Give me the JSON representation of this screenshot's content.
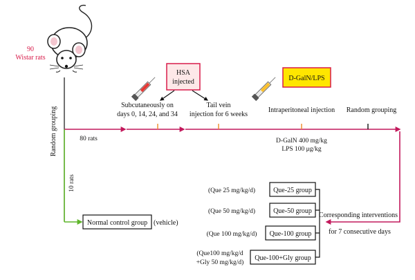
{
  "subjects": {
    "count": "90",
    "label": "Wistar rats"
  },
  "grouping": {
    "vertical_label": "Random grouping",
    "main_branch": "80 rats",
    "control_branch": "10 rats"
  },
  "steps": {
    "hsa_box": [
      "HSA",
      "injected"
    ],
    "subcutaneous": [
      "Subcutaneously on",
      "days 0, 14, 24, and 34"
    ],
    "tail_vein": [
      "Tail vein",
      "injection for 6 weeks"
    ],
    "dgaln_box": "D-GalN/LPS",
    "intraperitoneal": "Intraperitoneal injection",
    "random_grouping": "Random grouping",
    "doses": [
      "D-GalN 400 mg/kg",
      "LPS 100 μg/kg"
    ]
  },
  "control": {
    "group": "Normal control group",
    "note": "(vehicle)"
  },
  "treatment_groups": [
    {
      "dose": [
        "(Que 25 mg/kg/d)"
      ],
      "name": "Que-25 group"
    },
    {
      "dose": [
        "(Que 50 mg/kg/d)"
      ],
      "name": "Que-50 group"
    },
    {
      "dose": [
        "(Que 100 mg/kg/d)"
      ],
      "name": "Que-100 group"
    },
    {
      "dose": [
        "(Que100 mg/kg/d",
        "+Gly 50 mg/kg/d)"
      ],
      "name": "Que-100+Gly group"
    }
  ],
  "interventions": [
    "Corresponding interventions",
    "for 7 consecutive days"
  ],
  "colors": {
    "timeline": "#c2185b",
    "control_arrow": "#5fb62a",
    "tick": "#f08a24",
    "hsa_fill": "#fde8e8",
    "hsa_border": "#d81b4a",
    "dgaln_fill": "#ffe600"
  }
}
